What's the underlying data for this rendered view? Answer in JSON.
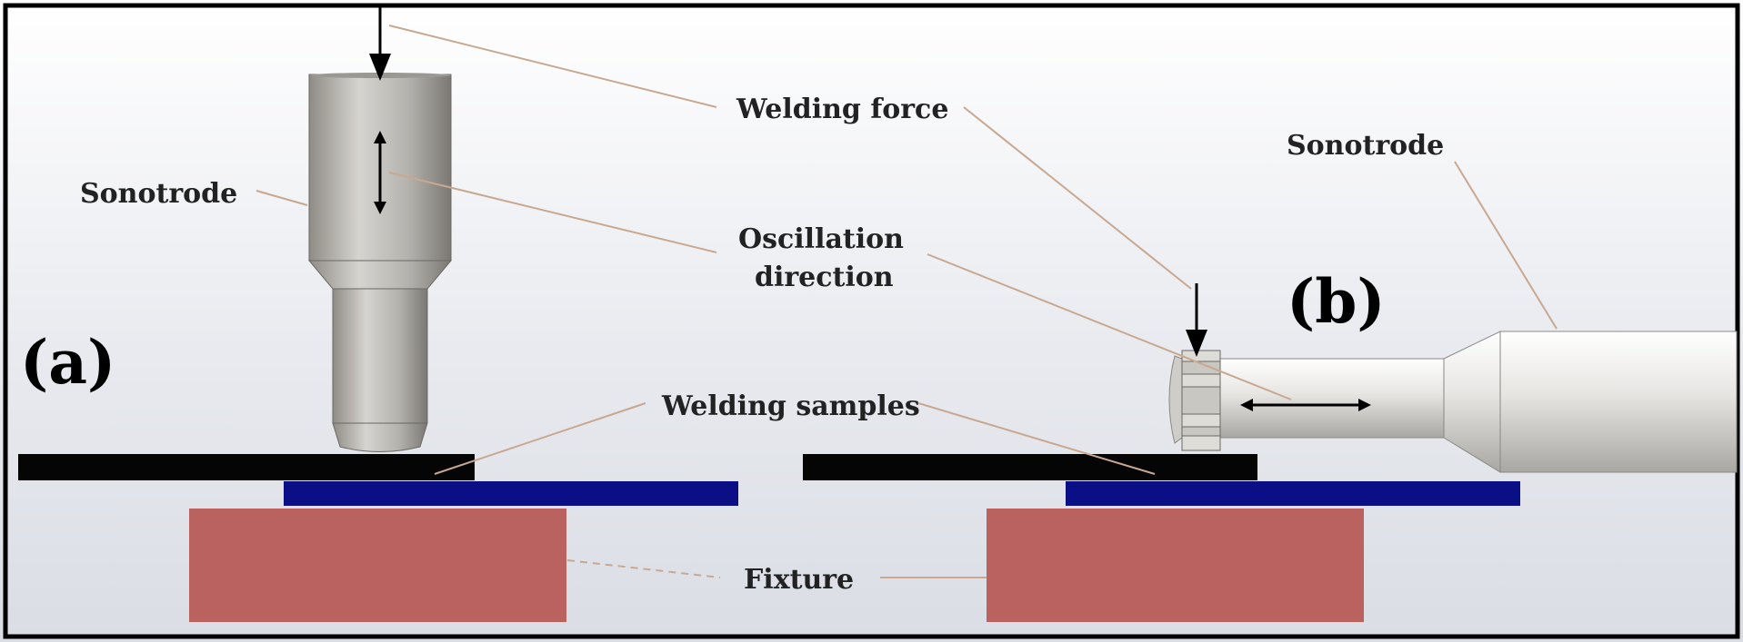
{
  "panels": {
    "a": {
      "letter": "(a)"
    },
    "b": {
      "letter": "(b)"
    }
  },
  "labels": {
    "welding_force": "Welding force",
    "sonotrode_a": "Sonotrode",
    "sonotrode_b": "Sonotrode",
    "oscillation_line1": "Oscillation",
    "oscillation_line2": "direction",
    "welding_samples": "Welding samples",
    "fixture": "Fixture"
  },
  "colors": {
    "top_sample": "#050505",
    "bottom_sample": "#0a0f86",
    "fixture": "#b96260",
    "sonotrode": "#c6c4bf",
    "leader_line": "#c8a890",
    "frame": "#000000"
  }
}
